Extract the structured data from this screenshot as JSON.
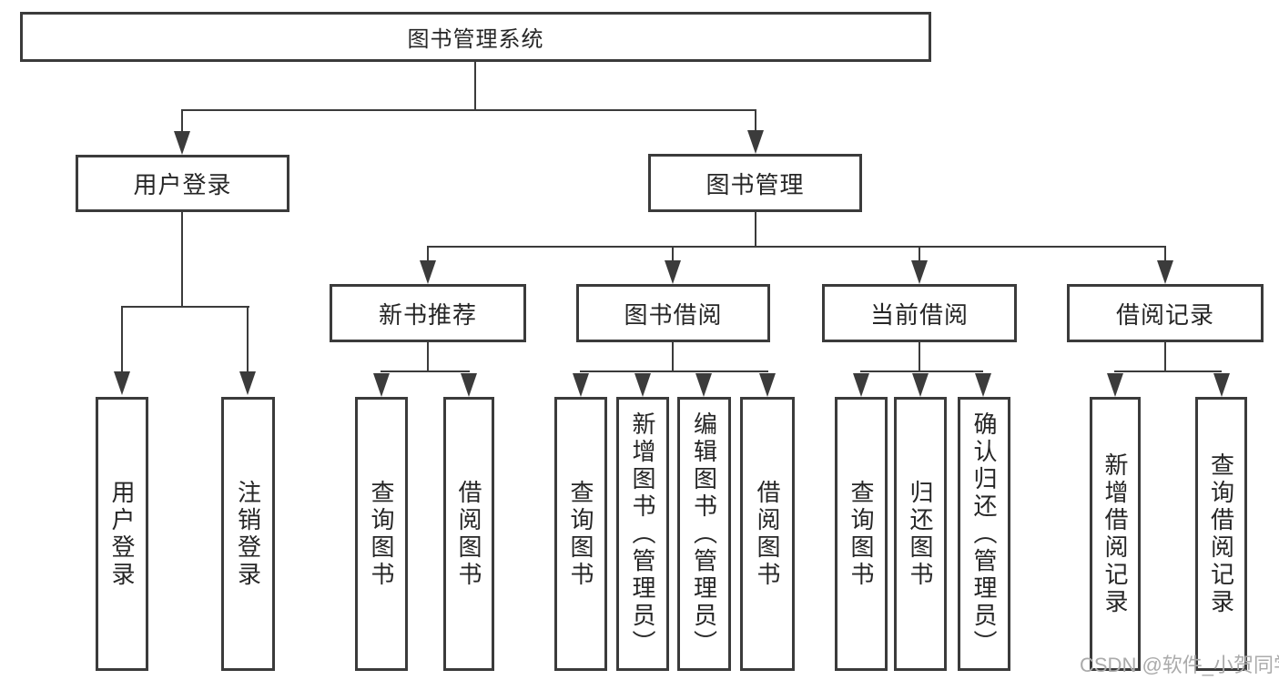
{
  "diagram": {
    "root": {
      "label": "图书管理系统"
    },
    "level2": [
      {
        "label": "用户登录"
      },
      {
        "label": "图书管理"
      }
    ],
    "level3": [
      {
        "label": "新书推荐",
        "parent": "图书管理"
      },
      {
        "label": "图书借阅",
        "parent": "图书管理"
      },
      {
        "label": "当前借阅",
        "parent": "图书管理"
      },
      {
        "label": "借阅记录",
        "parent": "图书管理"
      }
    ],
    "leaves": [
      {
        "label": "用户登录",
        "parent": "用户登录"
      },
      {
        "label": "注销登录",
        "parent": "用户登录"
      },
      {
        "label": "查询图书",
        "parent": "新书推荐"
      },
      {
        "label": "借阅图书",
        "parent": "新书推荐"
      },
      {
        "label": "查询图书",
        "parent": "图书借阅"
      },
      {
        "label": "新增图书（管理员）",
        "parent": "图书借阅"
      },
      {
        "label": "编辑图书（管理员）",
        "parent": "图书借阅"
      },
      {
        "label": "借阅图书",
        "parent": "图书借阅"
      },
      {
        "label": "查询图书",
        "parent": "当前借阅"
      },
      {
        "label": "归还图书",
        "parent": "当前借阅"
      },
      {
        "label": "确认归还（管理员）",
        "parent": "当前借阅"
      },
      {
        "label": "新增借阅记录",
        "parent": "借阅记录"
      },
      {
        "label": "查询借阅记录",
        "parent": "借阅记录"
      }
    ],
    "watermark": "CSDN @软件_小贺同学"
  },
  "colors": {
    "line": "#3b3b3b",
    "text": "#262626",
    "watermark": "#ababab",
    "background": "#ffffff"
  }
}
